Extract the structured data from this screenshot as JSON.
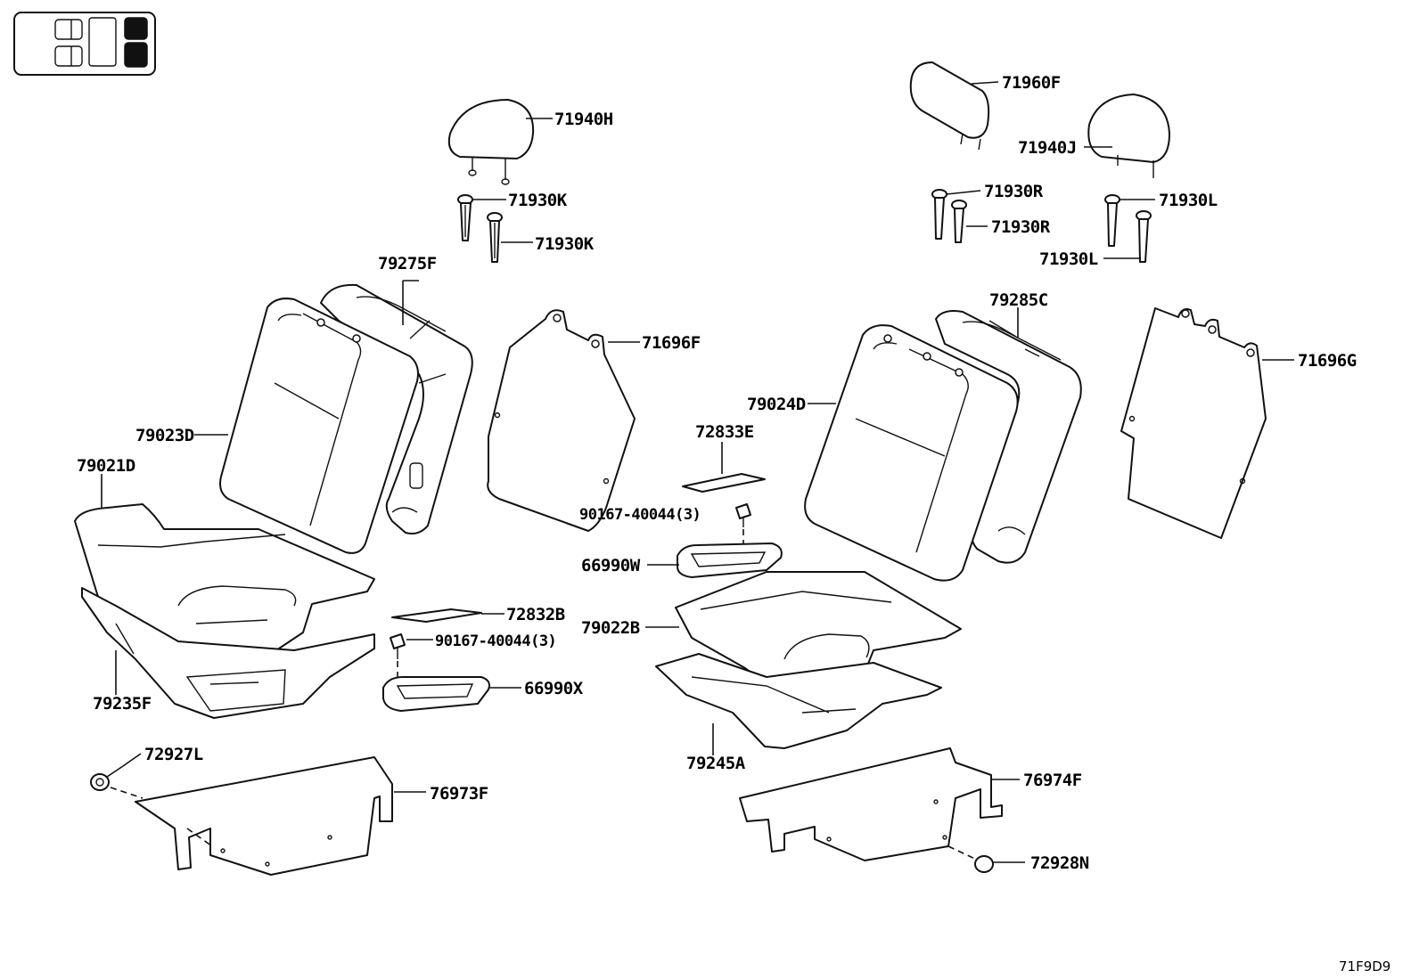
{
  "labels": {
    "p71940H": "71940H",
    "p71930K_a": "71930K",
    "p71930K_b": "71930K",
    "p79275F": "79275F",
    "p71696F": "71696F",
    "p79023D": "79023D",
    "p79021D": "79021D",
    "p79235F": "79235F",
    "p72832B": "72832B",
    "p90167_left": "90167-40044(3)",
    "p66990X": "66990X",
    "p72927L": "72927L",
    "p76973F": "76973F",
    "p71960F": "71960F",
    "p71940J": "71940J",
    "p71930R_a": "71930R",
    "p71930R_b": "71930R",
    "p71930L_a": "71930L",
    "p71930L_b": "71930L",
    "p79285C": "79285C",
    "p71696G": "71696G",
    "p79024D": "79024D",
    "p72833E": "72833E",
    "p90167_right": "90167-40044(3)",
    "p66990W": "66990W",
    "p79022B": "79022B",
    "p79245A": "79245A",
    "p76974F": "76974F",
    "p72928N": "72928N"
  },
  "illustration_code": "71F9D9",
  "icons": {
    "seat_layout": "seat-layout-icon"
  }
}
